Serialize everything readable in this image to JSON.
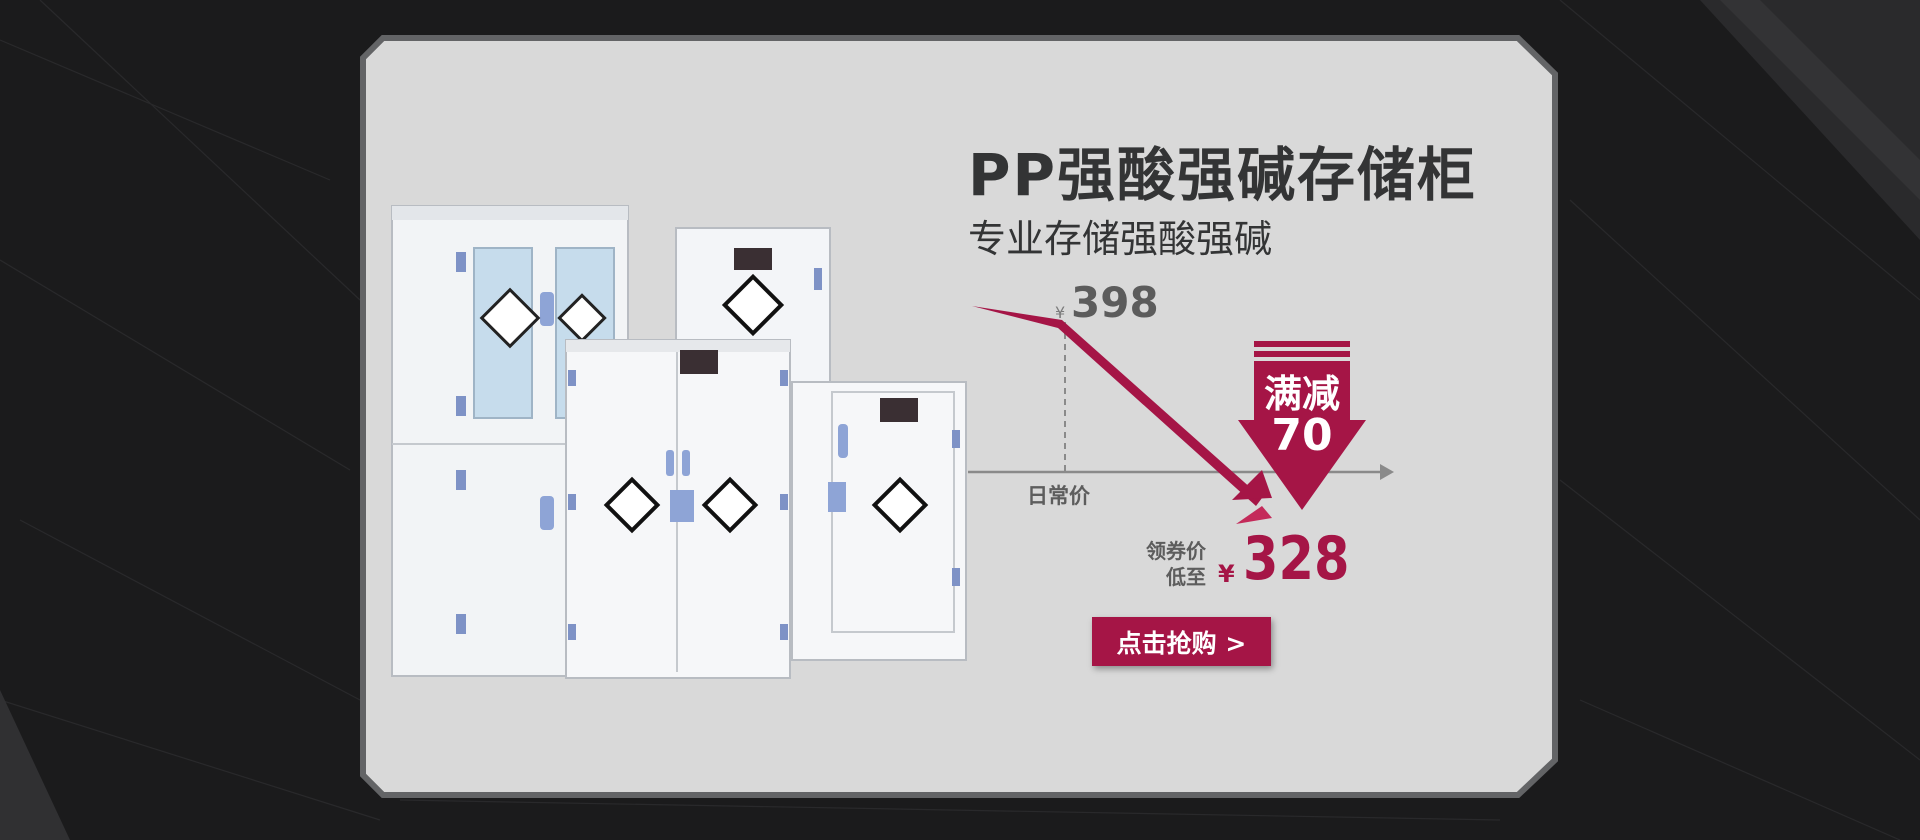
{
  "colors": {
    "accent": "#a51546",
    "panel": "#d9d9d9",
    "panel_border": "#636466",
    "background": "#1b1b1c",
    "text_dark": "#333435"
  },
  "product": {
    "title": "PP强酸强碱存储柜",
    "subtitle": "专业存储强酸强碱"
  },
  "price": {
    "original_symbol": "¥",
    "original_value": "398",
    "daily_label": "日常价",
    "coupon_label": "领券价",
    "lowest_label": "低至",
    "promo_symbol": "¥",
    "promo_value": "328"
  },
  "badge": {
    "line1": "满减",
    "line2": "70"
  },
  "cta": {
    "label": "点击抢购 >"
  },
  "image": {
    "product_photo": "chemical-storage-cabinets-group",
    "hazard_icon": "corrosive-hazard-diamond-icon"
  }
}
